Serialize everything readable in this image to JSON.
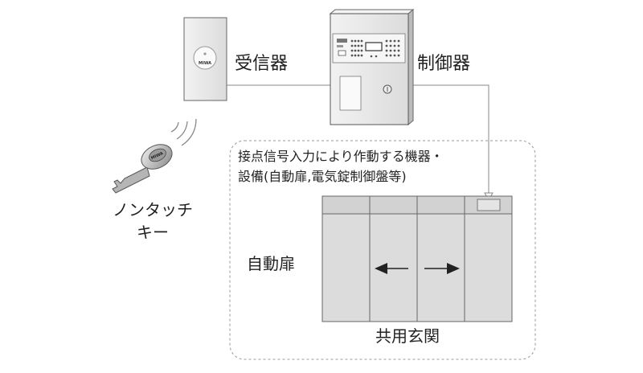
{
  "labels": {
    "receiver": "受信器",
    "controller": "制御器",
    "device_box_line1": "接点信号入力により作動する機器・",
    "device_box_line2": "設備(自動扉,電気錠制御盤等)",
    "auto_door": "自動扉",
    "entrance": "共用玄関",
    "touchless_key_line1": "ノンタッチ",
    "touchless_key_line2": "キー",
    "receiver_brand": "MIWA",
    "key_brand": "MIWA"
  },
  "colors": {
    "panel_fill": "#e6e6e6",
    "panel_stroke": "#555555",
    "door_fill": "#d9d9d9",
    "line": "#777777",
    "dashed_box": "#999999"
  }
}
